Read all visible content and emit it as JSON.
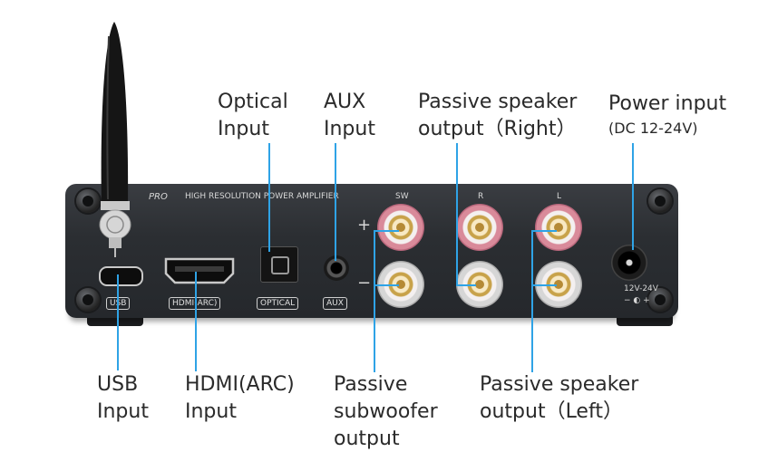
{
  "labels": {
    "optical": [
      "Optical",
      "Input"
    ],
    "aux": [
      "AUX",
      "Input"
    ],
    "passive_right": [
      "Passive speaker",
      "output（Right）"
    ],
    "power": [
      "Power input",
      "(DC 12-24V)"
    ],
    "usb": [
      "USB",
      "Input"
    ],
    "hdmi": [
      "HDMI(ARC)",
      "Input"
    ],
    "subwoofer": [
      "Passive",
      "subwoofer",
      "output"
    ],
    "passive_left": [
      "Passive speaker",
      "output（Left）"
    ]
  },
  "panel": {
    "brand_text": "PRO",
    "model_text": "HIGH RESOLUTION POWER AMPLIFIER",
    "sw": "SW",
    "r": "R",
    "l": "L",
    "plus": "+",
    "minus": "−",
    "usb_label": "USB",
    "hdmi_label": "HDMI(ARC)",
    "optical_label": "OPTICAL",
    "aux_label": "AUX",
    "dc_label": "12V-24V"
  },
  "colors": {
    "leader": "#2fa3e6",
    "panel": "#2b2e32"
  }
}
